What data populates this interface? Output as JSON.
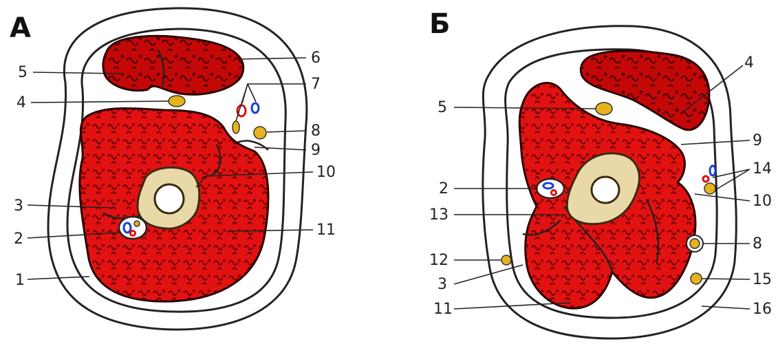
{
  "panels": [
    {
      "letter": "А",
      "labels": [
        "1",
        "2",
        "3",
        "4",
        "5",
        "6",
        "7",
        "8",
        "9",
        "10",
        "11"
      ]
    },
    {
      "letter": "Б",
      "labels": [
        "2",
        "3",
        "4",
        "5",
        "8",
        "9",
        "10",
        "11",
        "12",
        "13",
        "14",
        "15",
        "16"
      ]
    }
  ],
  "colors": {
    "muscle": "#e31212",
    "muscle_dark": "#7a0000",
    "bone": "#e9d9a8",
    "nerve": "#e8b21c",
    "vein": "#1a3fd6",
    "artery": "#d91010"
  }
}
